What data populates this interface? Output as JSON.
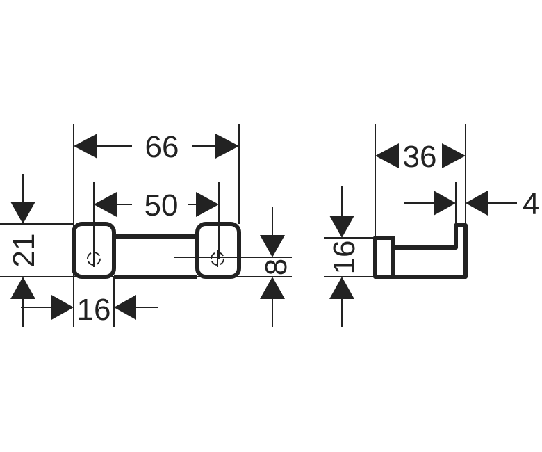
{
  "front_view": {
    "dimensions": {
      "overall_width": "66",
      "hole_spacing": "50",
      "height": "21",
      "end_block_width": "16",
      "bar_thickness": "8"
    }
  },
  "side_view": {
    "dimensions": {
      "depth": "36",
      "hook_lip": "4",
      "height": "16"
    }
  },
  "colors": {
    "line": "#222222",
    "background": "#ffffff"
  }
}
